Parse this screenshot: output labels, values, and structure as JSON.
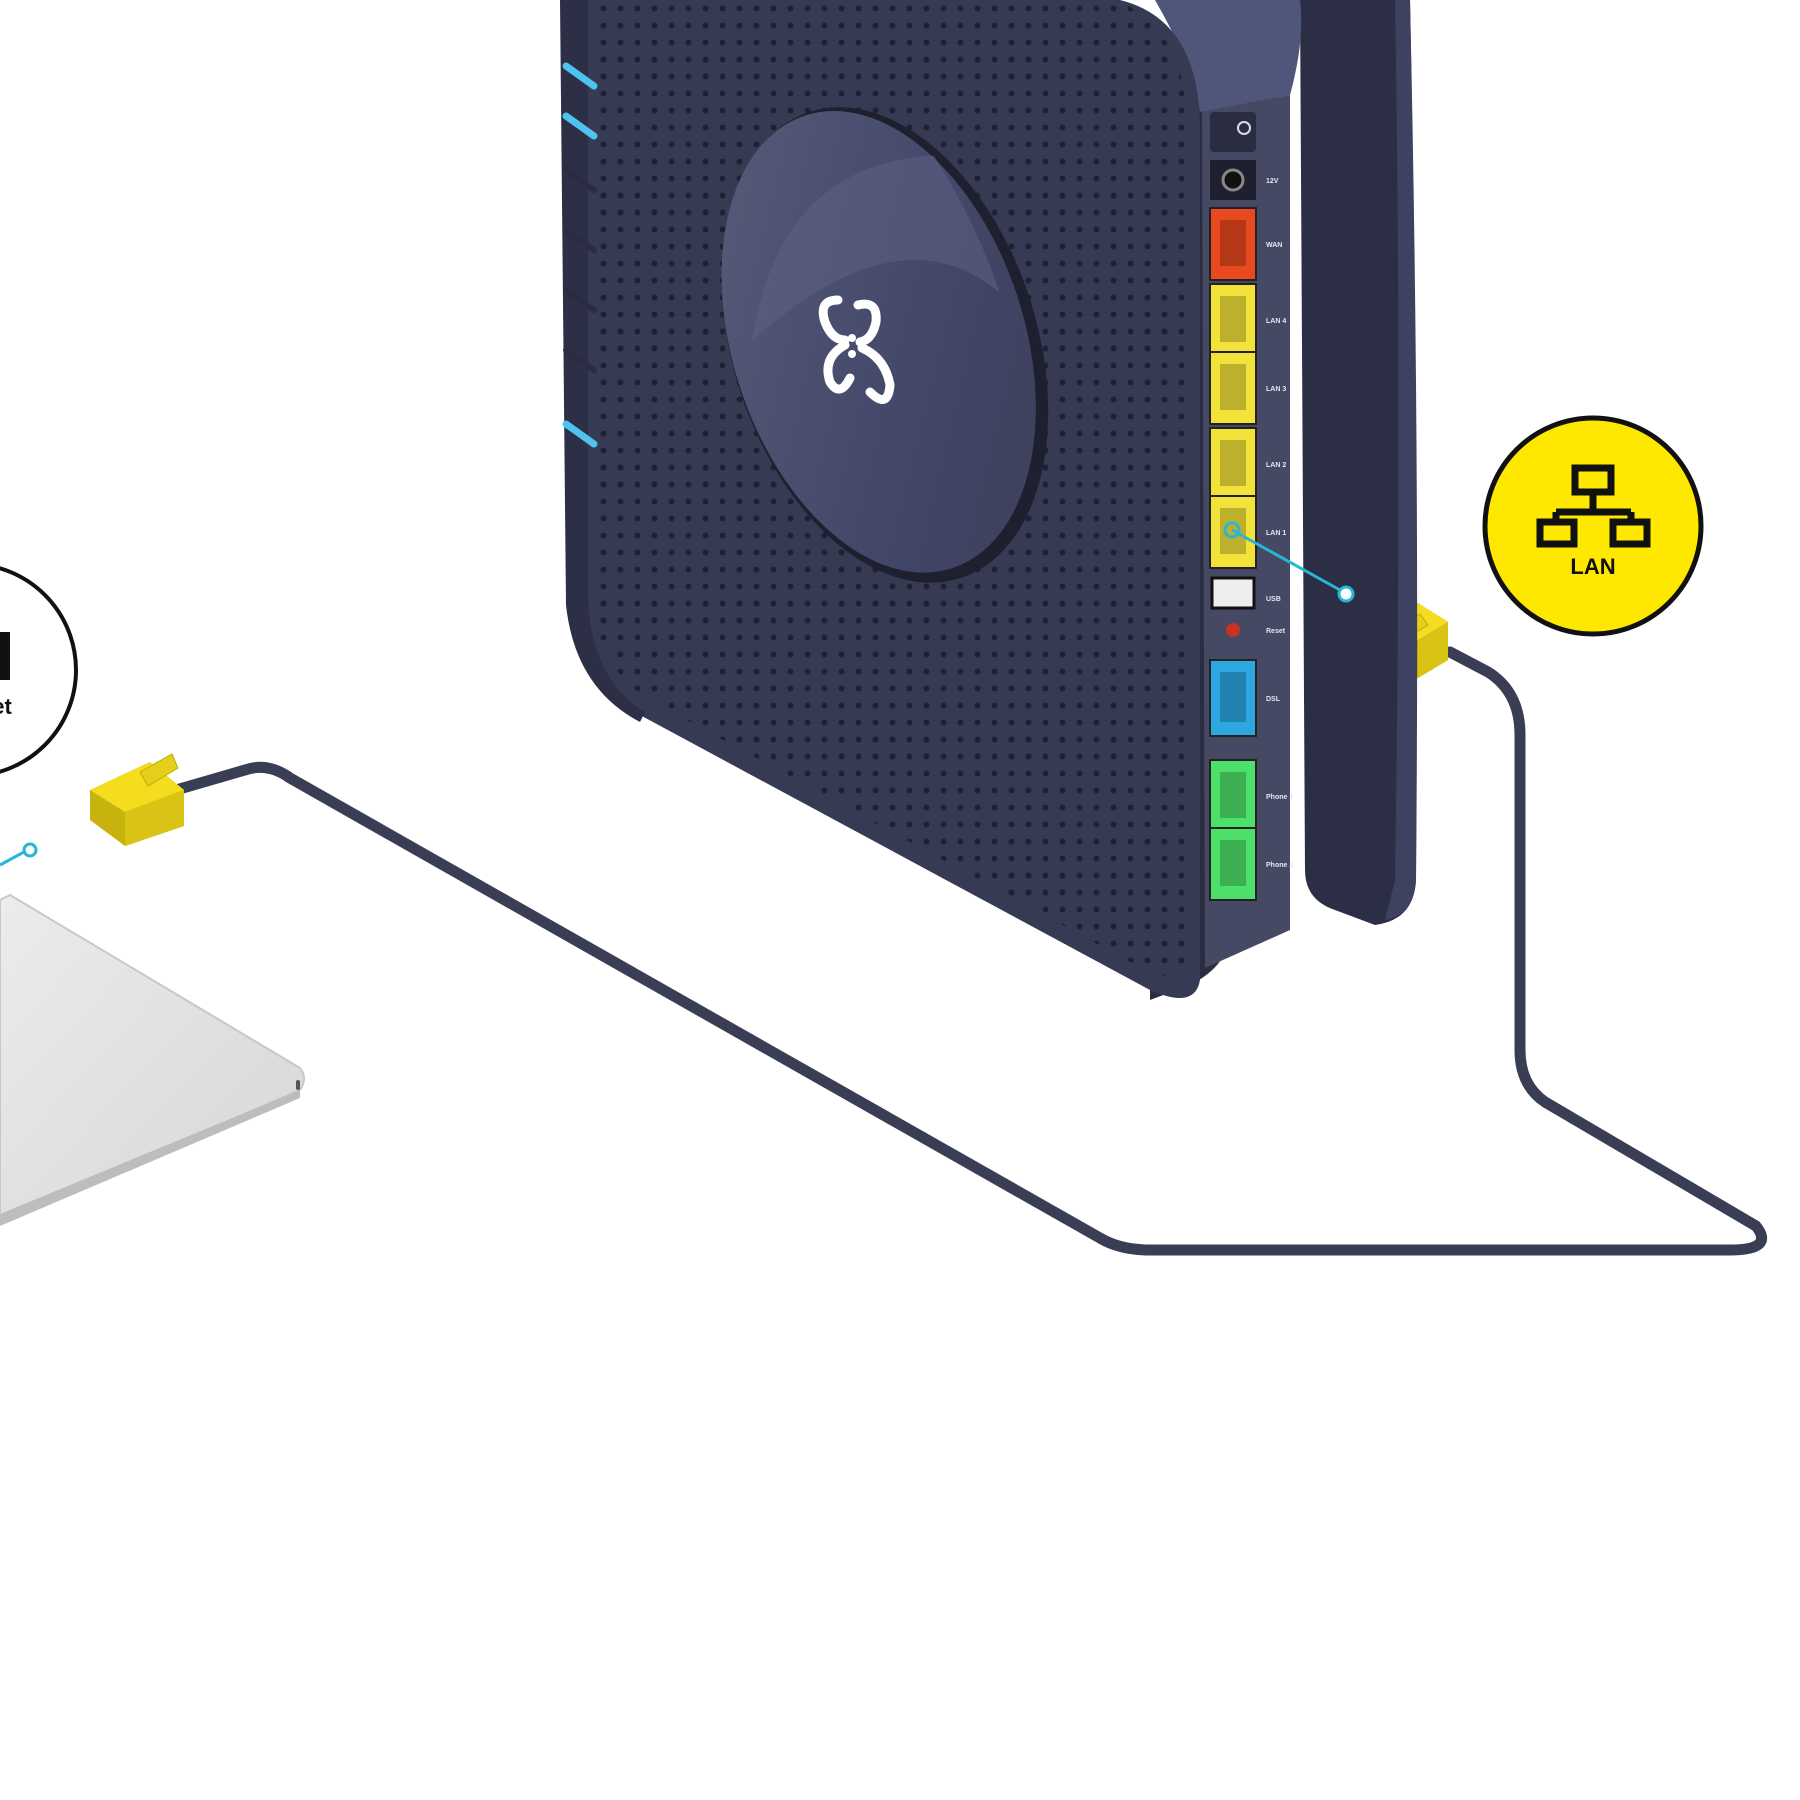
{
  "badges": {
    "lan": {
      "label": "LAN",
      "fill": "#FFE800"
    },
    "ethernet": {
      "label": "et"
    }
  },
  "ports": [
    {
      "id": "power",
      "label": "12V"
    },
    {
      "id": "wan",
      "label": "WAN",
      "color": "#E8491E"
    },
    {
      "id": "lan4",
      "label": "LAN 4",
      "color": "#F2E23A"
    },
    {
      "id": "lan3",
      "label": "LAN 3",
      "color": "#F2E23A"
    },
    {
      "id": "lan2",
      "label": "LAN 2",
      "color": "#F2E23A"
    },
    {
      "id": "lan1",
      "label": "LAN 1",
      "color": "#F2E23A"
    },
    {
      "id": "usb",
      "label": "USB"
    },
    {
      "id": "reset",
      "label": "Reset"
    },
    {
      "id": "dsl",
      "label": "DSL",
      "color": "#2CA7E0"
    },
    {
      "id": "phone1",
      "label": "Phone 1",
      "color": "#4CE06A"
    },
    {
      "id": "phone2",
      "label": "Phone 2",
      "color": "#4CE06A"
    }
  ],
  "colors": {
    "router_body": "#363A52",
    "router_edge": "#2A2D42",
    "disc": "#3E425C",
    "cable": "#3A3E55",
    "connector": "#E6CF1A",
    "pointer": "#29B5D6",
    "led": "#4FC3F0",
    "laptop": "#E2E2E2"
  }
}
